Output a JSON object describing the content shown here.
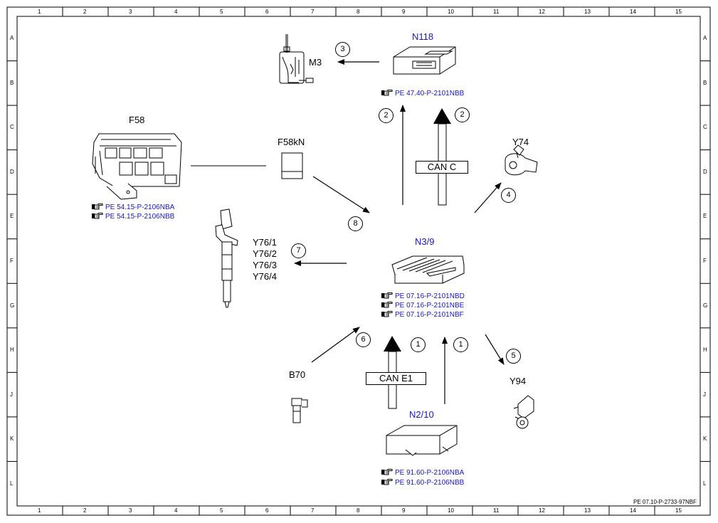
{
  "grid": {
    "columns": [
      "1",
      "2",
      "3",
      "4",
      "5",
      "6",
      "7",
      "8",
      "9",
      "10",
      "11",
      "12",
      "13",
      "14",
      "15"
    ],
    "rows": [
      "A",
      "B",
      "C",
      "D",
      "E",
      "F",
      "G",
      "H",
      "J",
      "K",
      "L"
    ]
  },
  "components": {
    "n118": {
      "label": "N118",
      "refs": [
        "PE 47.40-P-2101NBB"
      ]
    },
    "m3": {
      "label": "M3"
    },
    "f58": {
      "label": "F58",
      "refs": [
        "PE 54.15-P-2106NBA",
        "PE 54.15-P-2106NBB"
      ]
    },
    "f58kn": {
      "label": "F58kN"
    },
    "y74": {
      "label": "Y74"
    },
    "y76": {
      "labels": [
        "Y76/1",
        "Y76/2",
        "Y76/3",
        "Y76/4"
      ]
    },
    "n3_9": {
      "label": "N3/9",
      "refs": [
        "PE 07.16-P-2101NBD",
        "PE 07.16-P-2101NBE",
        "PE 07.16-P-2101NBF"
      ]
    },
    "b70": {
      "label": "B70"
    },
    "y94": {
      "label": "Y94"
    },
    "n2_10": {
      "label": "N2/10",
      "refs": [
        "PE 91.60-P-2106NBA",
        "PE 91.60-P-2106NBB"
      ]
    }
  },
  "buses": {
    "can_c": "CAN C",
    "can_e1": "CAN E1"
  },
  "callouts": {
    "c3": "3",
    "c2a": "2",
    "c2b": "2",
    "c4": "4",
    "c8": "8",
    "c7": "7",
    "c6": "6",
    "c1a": "1",
    "c1b": "1",
    "c5": "5"
  },
  "footer": "PE 07.10-P-2733-97NBF",
  "colors": {
    "reference_blue": "#1515c8",
    "line": "#000000"
  }
}
